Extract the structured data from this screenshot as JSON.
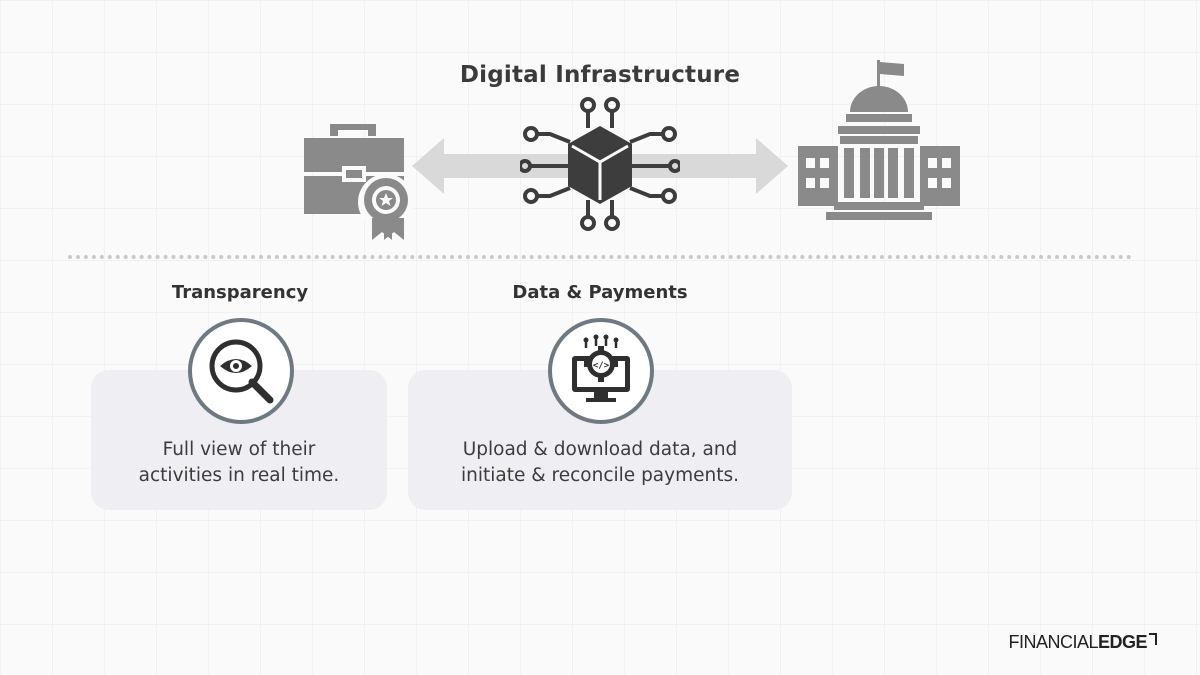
{
  "header": {
    "title": "Digital Infrastructure"
  },
  "icons": {
    "left": "briefcase-badge-icon",
    "center": "network-cube-icon",
    "right": "government-building-icon",
    "arrow": "double-arrow-icon"
  },
  "cards": [
    {
      "title": "Transparency",
      "icon": "magnifier-eye-icon",
      "text_line1": "Full view of their",
      "text_line2": "activities in real time."
    },
    {
      "title": "Data & Payments",
      "icon": "computer-code-gear-icon",
      "text_line1": "Upload & download data, and",
      "text_line2": "initiate & reconcile payments."
    }
  ],
  "logo": {
    "part1": "FINANCIAL",
    "part2": "EDGE"
  },
  "colors": {
    "icon_gray": "#8a8a8a",
    "dark_icon": "#3d3d3d",
    "arrow_gray": "#d9d9d9",
    "circle_border": "#6f7982",
    "card_bg": "#eeeef3"
  }
}
